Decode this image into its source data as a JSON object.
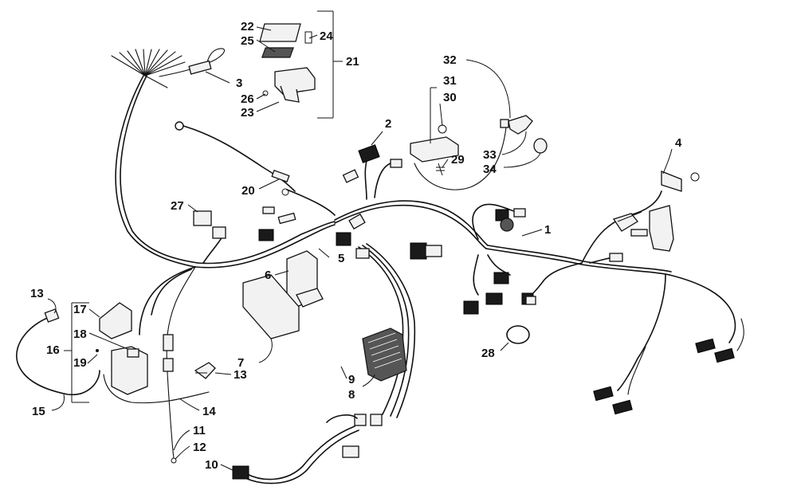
{
  "diagram": {
    "callouts": [
      {
        "id": "c1",
        "label": "1"
      },
      {
        "id": "c2",
        "label": "2"
      },
      {
        "id": "c3",
        "label": "3"
      },
      {
        "id": "c4",
        "label": "4"
      },
      {
        "id": "c5",
        "label": "5"
      },
      {
        "id": "c6",
        "label": "6"
      },
      {
        "id": "c7",
        "label": "7"
      },
      {
        "id": "c8",
        "label": "8"
      },
      {
        "id": "c9",
        "label": "9"
      },
      {
        "id": "c10",
        "label": "10"
      },
      {
        "id": "c11",
        "label": "11"
      },
      {
        "id": "c12",
        "label": "12"
      },
      {
        "id": "c13a",
        "label": "13"
      },
      {
        "id": "c13b",
        "label": "13"
      },
      {
        "id": "c14",
        "label": "14"
      },
      {
        "id": "c15",
        "label": "15"
      },
      {
        "id": "c16",
        "label": "16"
      },
      {
        "id": "c17",
        "label": "17"
      },
      {
        "id": "c18",
        "label": "18"
      },
      {
        "id": "c19",
        "label": "19"
      },
      {
        "id": "c20",
        "label": "20"
      },
      {
        "id": "c21",
        "label": "21"
      },
      {
        "id": "c22",
        "label": "22"
      },
      {
        "id": "c23",
        "label": "23"
      },
      {
        "id": "c24",
        "label": "24"
      },
      {
        "id": "c25",
        "label": "25"
      },
      {
        "id": "c26",
        "label": "26"
      },
      {
        "id": "c27",
        "label": "27"
      },
      {
        "id": "c28",
        "label": "28"
      },
      {
        "id": "c29",
        "label": "29"
      },
      {
        "id": "c30",
        "label": "30"
      },
      {
        "id": "c31",
        "label": "31"
      },
      {
        "id": "c32",
        "label": "32"
      },
      {
        "id": "c33",
        "label": "33"
      },
      {
        "id": "c34",
        "label": "34"
      }
    ]
  }
}
